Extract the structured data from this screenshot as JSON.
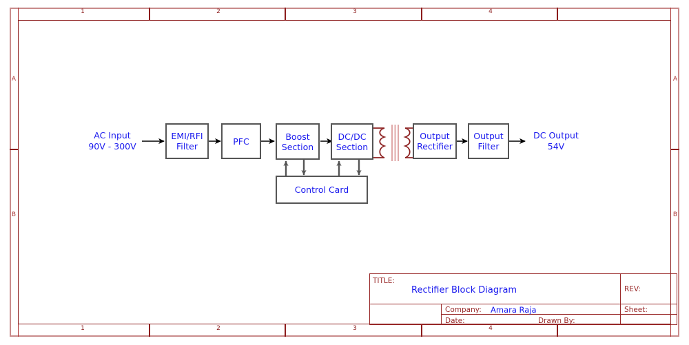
{
  "sheet": {
    "frame_color": "#c98b8b",
    "inner_frame_color": "#8c1c1c",
    "block_border_color": "#555555",
    "text_color": "#1a1aee",
    "transformer_color": "#8c2020",
    "core_color": "#e0a8a8"
  },
  "zones": {
    "columns": [
      "1",
      "2",
      "3",
      "4"
    ],
    "rows": [
      "A",
      "B"
    ]
  },
  "diagram": {
    "input_label": "AC Input\n90V - 300V",
    "output_label": "DC Output\n54V",
    "blocks": [
      {
        "id": "emi-rfi-filter",
        "label": "EMI/RFI\nFilter"
      },
      {
        "id": "pfc",
        "label": "PFC"
      },
      {
        "id": "boost-section",
        "label": "Boost\nSection"
      },
      {
        "id": "dcdc-section",
        "label": "DC/DC\nSection"
      },
      {
        "id": "output-rectifier",
        "label": "Output\nRectifier"
      },
      {
        "id": "output-filter",
        "label": "Output\nFilter"
      },
      {
        "id": "control-card",
        "label": "Control Card"
      }
    ]
  },
  "title_block": {
    "title_label": "TITLE:",
    "title_value": "Rectifier Block Diagram",
    "rev_label": "REV:",
    "rev_value": "",
    "company_label": "Company:",
    "company_value": "Amara Raja",
    "sheet_label": "Sheet:",
    "sheet_value": "",
    "date_label": "Date:",
    "date_value": "",
    "drawn_by_label": "Drawn By:",
    "drawn_by_value": ""
  }
}
